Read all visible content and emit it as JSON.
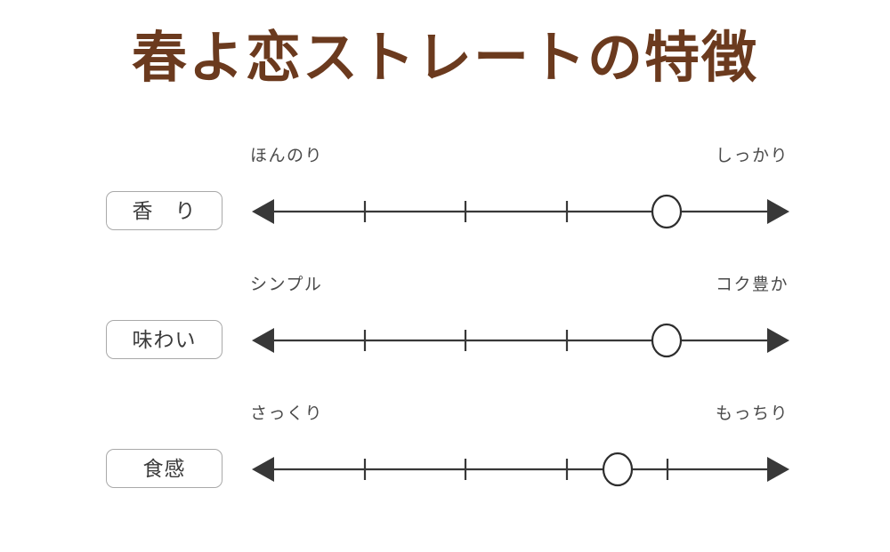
{
  "page": {
    "title": "春よ恋ストレートの特徴",
    "background_color": "#ffffff",
    "title_color": "#6b3a1e",
    "axis_color": "#383838",
    "box_border_color": "#a9a9a9",
    "text_color": "#3a3a3a"
  },
  "chart_data": {
    "type": "scatter",
    "title": "春よ恋ストレートの特徴",
    "xlabel": "",
    "ylabel": "",
    "xlim": [
      0,
      5
    ],
    "grid": false,
    "legend": "none",
    "scale_ticks": 4,
    "axis_style": "double-headed-arrow",
    "marker_style": "hollow-circle",
    "categories": [
      "香　り",
      "味わい",
      "食感"
    ],
    "values": [
      4,
      4,
      3.5
    ],
    "rows": [
      {
        "attribute": "香　り",
        "left_label": "ほんのり",
        "right_label": "しっかり",
        "value": 4,
        "marker_percent": 78
      },
      {
        "attribute": "味わい",
        "left_label": "シンプル",
        "right_label": "コク豊か",
        "value": 4,
        "marker_percent": 78
      },
      {
        "attribute": "食感",
        "left_label": "さっくり",
        "right_label": "もっちり",
        "value": 3.5,
        "marker_percent": 68.8
      }
    ]
  }
}
